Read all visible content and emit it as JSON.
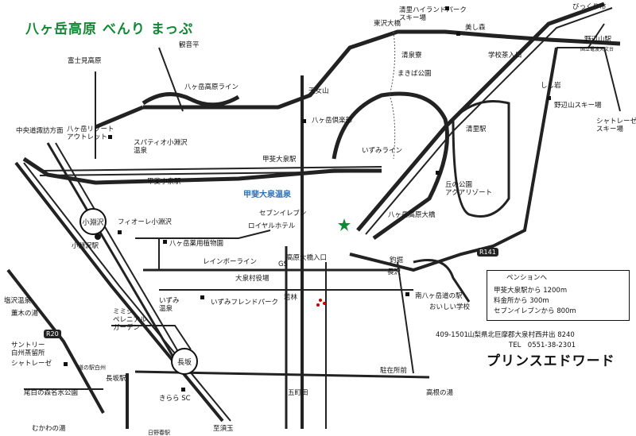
{
  "title": "八ヶ岳高原 べんり まっぷ",
  "hot_spring_label": "甲斐大泉温泉",
  "route_badges": {
    "r141": "R141",
    "r20": "R20"
  },
  "circle_labels": {
    "kosawa": "小淵沢",
    "nagasaka": "長坂"
  },
  "places": {
    "bikkuri": "びっくり市",
    "kiyosato_ski": "清里ハイランドパーク\nスキー場",
    "kiyosato_sen": "東沢大橋",
    "mishimori": "美し森",
    "nobeyama": "野辺山駅",
    "gakko": "学校茶入口",
    "kiyosato_ryo": "清泉寮",
    "makiba": "まきば公園",
    "nobeyama_obs": "国立電波天文台",
    "shishi": "しし岩",
    "nobeyama_ski": "野辺山スキー場",
    "chateraise_ski": "シャトレーゼ\nスキー場",
    "kannon": "観音平",
    "fujimi": "富士見高原",
    "yatsu_line": "八ヶ岳高原ライン",
    "tenjo": "天女山",
    "chuo_exit": "中央道諏訪方面",
    "outlet": "八ヶ岳リゾート\nアウトレット",
    "spartie": "スパティオ小淵沢\n温泉",
    "club": "八ヶ岳倶楽部",
    "kiyosato_st": "清里駅",
    "izumi_line": "いずみライン",
    "kai_izumi": "甲斐大泉駅",
    "kai_kosaka": "甲斐小泉駅",
    "oka": "丘の公園\nアクアリゾート",
    "seven": "セブンイレブン",
    "royal": "ロイヤルホテル",
    "fiore": "フィオーレ小淵沢",
    "yatsu_bridge": "八ヶ岳高原大橋",
    "kosawa_st": "小淵沢駅",
    "plants": "八ヶ岳薬用植物園",
    "rainbow": "レインボーライン",
    "gs": "GS",
    "takane_ent": "高原大橋入口",
    "ogasawara": "大泉村役場",
    "tsurugi": "釣堀",
    "nagasawa": "長沢",
    "wakabayashi": "若林",
    "izumi_onsen": "いずみ\n温泉",
    "izumi_friend": "いずみフレンドパーク",
    "michi_station": "南八ヶ岳道の駅",
    "school": "おいしい学校",
    "miks": "ミミシ\nペレニアル\nガーデン",
    "shio_onsen": "塩沢温泉",
    "kanoki": "薫木の湯",
    "suntory": "サントリー\n白州蒸留所",
    "chateraise": "シャトレーゼ",
    "michi_hakushu": "道の駅白州",
    "nagasaka_st": "長坂駅",
    "ogawa": "尾白の森名水公園",
    "kirara": "きらら SC",
    "yamaguchi": "駐在所前",
    "gocho": "五町田",
    "takane_yu": "高根の湯",
    "mukawa": "むかわの湯",
    "shirasu": "至須玉",
    "shirasaka": "日野春駅"
  },
  "legend": {
    "head": "ペンションへ",
    "lines": [
      "甲斐大泉駅から 1200m",
      "料金所から 300m",
      "セブンイレブンから 800m"
    ]
  },
  "address": {
    "zip": "409-1501",
    "addr": "山梨県北巨摩郡大泉村西井出 8240",
    "tel": "TEL　0551-38-2301"
  },
  "brand": "プリンスエドワード",
  "colors": {
    "hot": "#2a6fb8",
    "title": "#118833",
    "star": "#118833",
    "marker": "#cc0000"
  }
}
